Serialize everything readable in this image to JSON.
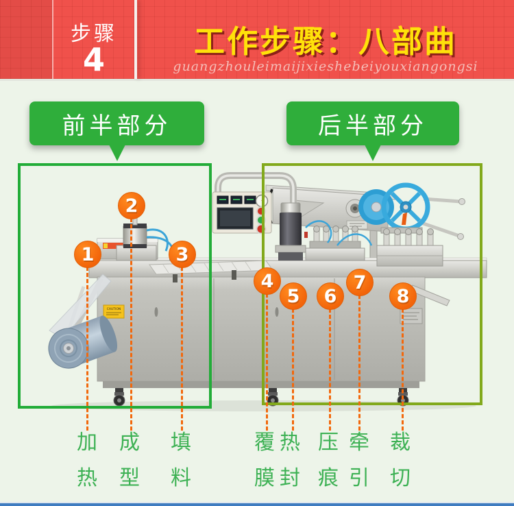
{
  "header": {
    "step_label": "步骤",
    "step_number": "4",
    "title": "工作步骤：八部曲",
    "subtitle_pinyin": "guangzhouleimaijixieshebeiyouxiangongsi",
    "banner_color": "#f0514b",
    "title_color": "#ffe10a"
  },
  "sections": {
    "front_half": {
      "label": "前半部分",
      "bubble_color": "#2fae3b",
      "outline_color": "#22ac38"
    },
    "back_half": {
      "label": "后半部分",
      "bubble_color": "#2fae3b",
      "outline_color": "#82a91c"
    }
  },
  "machine": {
    "caution_label": "CAUTION"
  },
  "callouts": {
    "marker_color": "#f2680c",
    "label_color": "#3db154",
    "items": [
      {
        "number": "1",
        "label": "加热",
        "chars": [
          "加",
          "热"
        ]
      },
      {
        "number": "2",
        "label": "成型",
        "chars": [
          "成",
          "型"
        ]
      },
      {
        "number": "3",
        "label": "填料",
        "chars": [
          "填",
          "料"
        ]
      },
      {
        "number": "4",
        "label": "覆膜",
        "chars": [
          "覆",
          "膜"
        ]
      },
      {
        "number": "5",
        "label": "热封",
        "chars": [
          "热",
          "封"
        ]
      },
      {
        "number": "6",
        "label": "压痕",
        "chars": [
          "压",
          "痕"
        ]
      },
      {
        "number": "7",
        "label": "牵引",
        "chars": [
          "牵",
          "引"
        ]
      },
      {
        "number": "8",
        "label": "裁切",
        "chars": [
          "裁",
          "切"
        ]
      }
    ]
  },
  "footer": {
    "divider_color": "#3f7cc0"
  }
}
